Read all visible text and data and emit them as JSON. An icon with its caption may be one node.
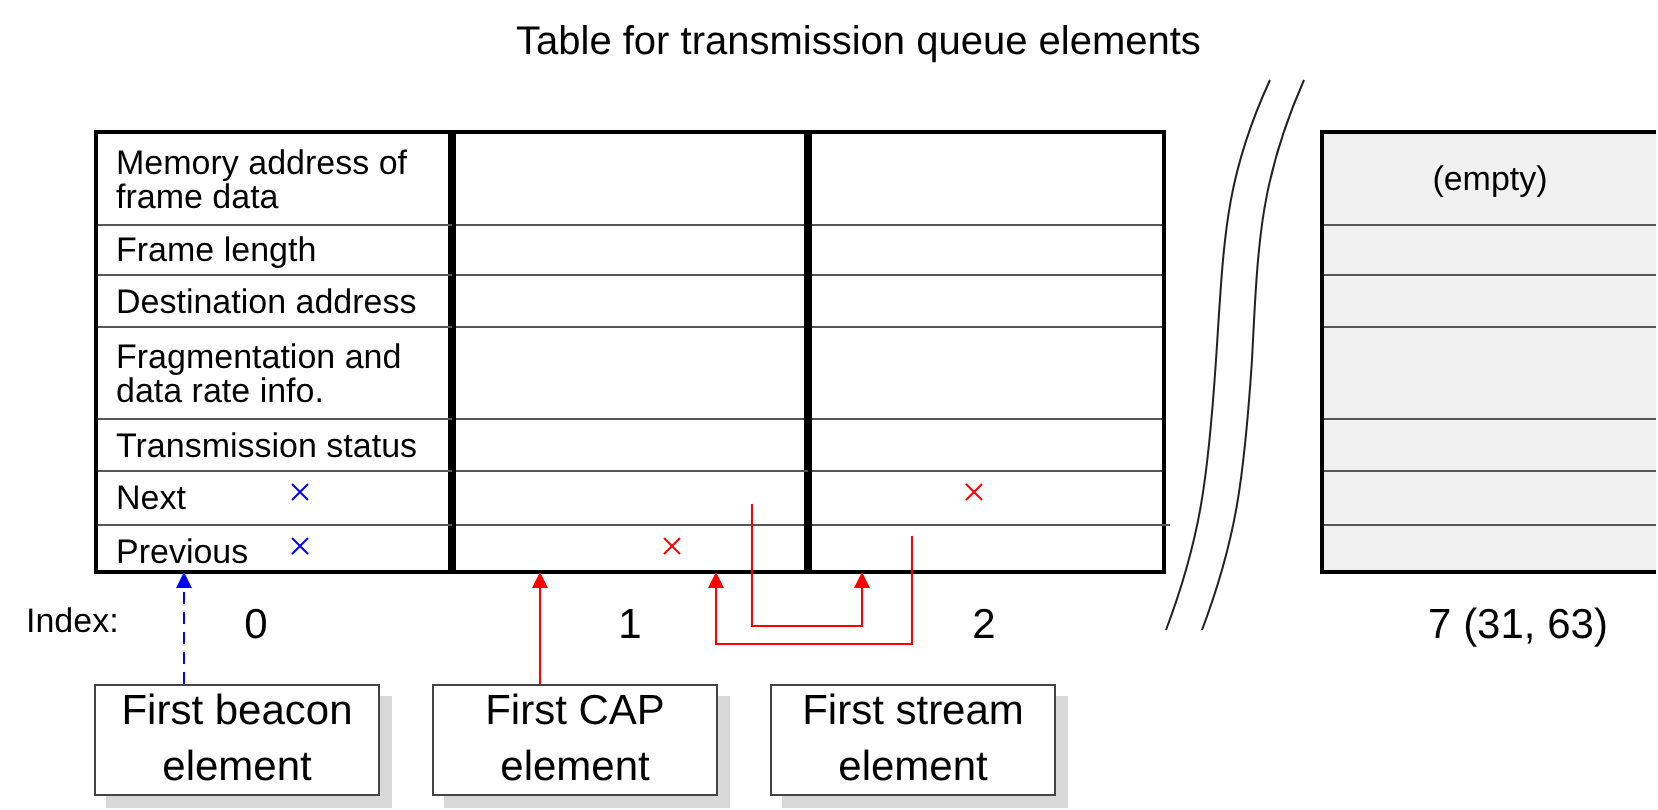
{
  "diagram": {
    "title": "Table for transmission queue elements",
    "nodes": [
      {
        "text": [],
        "shape": "box",
        "beside": [
          "0"
        ]
      },
      {
        "text": [
          "Memory address of frame data"
        ],
        "in": 0
      },
      {
        "text": [
          "Frame length"
        ],
        "in": 0
      },
      {
        "text": [
          "Destination address"
        ],
        "in": 0
      },
      {
        "text": [
          "Fragmentation and data rate info."
        ],
        "in": 0
      },
      {
        "text": [
          "Transmission status"
        ],
        "in": 0
      },
      {
        "text": [
          "Next"
        ],
        "in": 0
      },
      {
        "text": [
          "Previous"
        ],
        "in": 0
      },
      {
        "text": [],
        "shape": "box",
        "beside": [
          "1"
        ]
      },
      {
        "text": [],
        "shape": "box",
        "in": 8
      },
      {
        "text": [],
        "shape": "box",
        "beside": [
          "2"
        ]
      },
      {
        "text": [],
        "shape": "box",
        "in": 10
      },
      {
        "text": [
          "(empty)"
        ],
        "beside": [
          "7 (31, 63)"
        ]
      },
      {
        "text": [
          "First beacon element"
        ]
      },
      {
        "text": [
          "First CAP element"
        ]
      },
      {
        "text": [
          "First stream element"
        ]
      }
    ],
    "edges": [
      {
        "from": 13,
        "to": 0,
        "arrow": "to",
        "style": "dashed",
        "color": "#0000ff"
      },
      {
        "from": 14,
        "to": 8,
        "arrow": "to"
      },
      {
        "from": 9,
        "to": 10,
        "arrow": "to"
      },
      {
        "from": 11,
        "to": 8,
        "arrow": "to"
      }
    ],
    "labels": [
      "Index:"
    ]
  }
}
